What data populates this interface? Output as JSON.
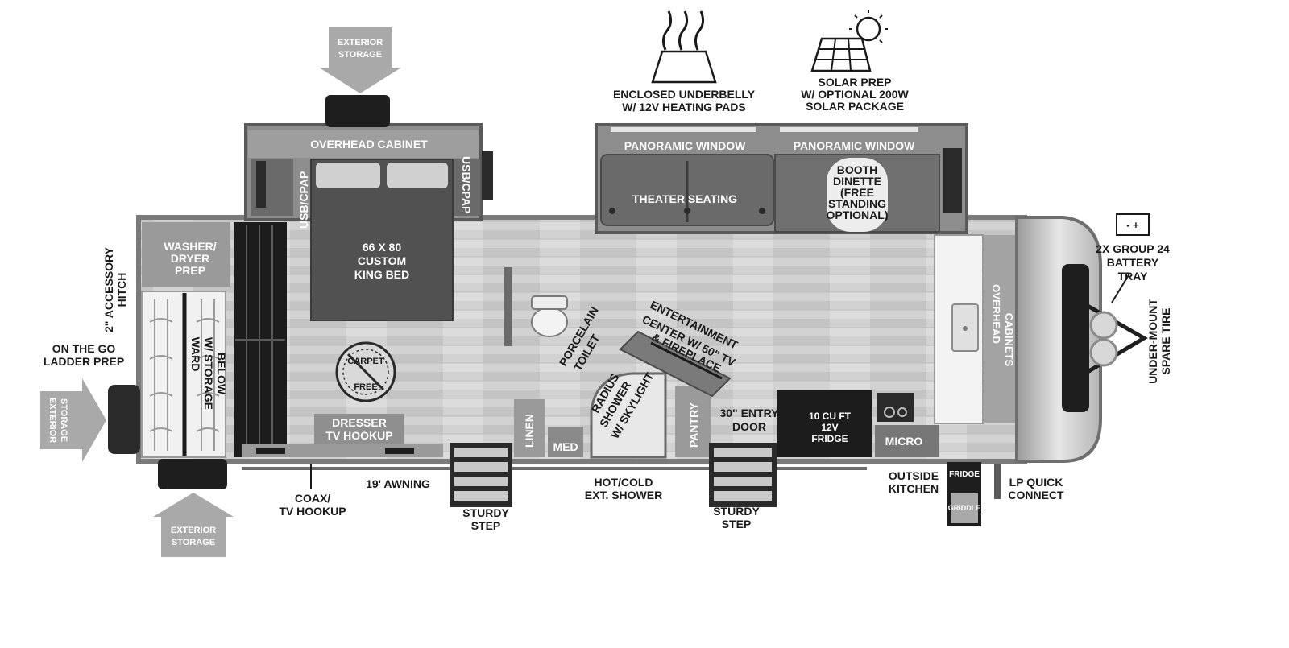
{
  "labels": {
    "exterior_storage_top": [
      "EXTERIOR",
      "STORAGE"
    ],
    "exterior_storage_left": [
      "EXTERIOR",
      "STORAGE"
    ],
    "exterior_storage_bottom": [
      "EXTERIOR",
      "STORAGE"
    ],
    "enclosed_underbelly": [
      "ENCLOSED UNDERBELLY",
      "W/ 12V HEATING PADS"
    ],
    "solar_prep": [
      "SOLAR PREP",
      "W/ OPTIONAL 200W",
      "SOLAR PACKAGE"
    ],
    "overhead_cabinet": "OVERHEAD CABINET",
    "usb_cpap_left": "USB/CPAP",
    "usb_cpap_right": "USB/CPAP",
    "king_bed": [
      "66 X 80",
      "CUSTOM",
      "KING BED"
    ],
    "panoramic_window_1": "PANORAMIC WINDOW",
    "panoramic_window_2": "PANORAMIC WINDOW",
    "theater_seating": "THEATER SEATING",
    "booth_dinette": [
      "BOOTH",
      "DINETTE",
      "(FREE",
      "STANDING",
      "OPTIONAL)"
    ],
    "washer_dryer": [
      "WASHER/",
      "DRYER",
      "PREP"
    ],
    "accessory_hitch": [
      "2\" ACCESSORY",
      "HITCH"
    ],
    "ladder_prep": [
      "ON THE GO",
      "LADDER PREP"
    ],
    "wardrobe": [
      "WARD",
      "W/ STORAGE",
      "BELOW"
    ],
    "carpet_free": [
      "CARPET",
      "FREE"
    ],
    "porcelain_toilet": [
      "PORCELAIN",
      "TOILET"
    ],
    "entertainment_center": [
      "ENTERTAINMENT",
      "CENTER W/ 50\" TV",
      "& FIREPLACE"
    ],
    "radius_shower": [
      "RADIUS",
      "SHOWER",
      "W/ SKYLIGHT"
    ],
    "linen": "LINEN",
    "med": "MED",
    "pantry": "PANTRY",
    "entry_door": [
      "30\" ENTRY",
      "DOOR"
    ],
    "fridge_indoor": [
      "10 CU FT",
      "12V",
      "FRIDGE"
    ],
    "micro": "MICRO",
    "overhead_cabinets_right": [
      "OVERHEAD",
      "CABINETS"
    ],
    "battery_tray": [
      "2X GROUP 24",
      "BATTERY",
      "TRAY"
    ],
    "spare_tire": [
      "UNDER-MOUNT",
      "SPARE TIRE"
    ],
    "dresser": [
      "DRESSER",
      "TV HOOKUP"
    ],
    "coax": [
      "COAX/",
      "TV HOOKUP"
    ],
    "awning": "19' AWNING",
    "sturdy_step_1": [
      "STURDY",
      "STEP"
    ],
    "sturdy_step_2": [
      "STURDY",
      "STEP"
    ],
    "ext_shower": [
      "HOT/COLD",
      "EXT. SHOWER"
    ],
    "outside_kitchen": [
      "OUTSIDE",
      "KITCHEN"
    ],
    "outside_fridge": "FRIDGE",
    "griddle": "GRIDDLE",
    "lp_connect": [
      "LP QUICK",
      "CONNECT"
    ],
    "battery_symbol": "-  +"
  },
  "colors": {
    "background": "#ffffff",
    "wall": "#8a8a8a",
    "floor": "#cfcfcf",
    "dark_furniture": "#4d4d4d",
    "black": "#151515",
    "arrow": "#a8a8a8",
    "label_dark": "#1a1a1a",
    "label_light": "#ffffff"
  },
  "icons": [
    "heat-waves-icon",
    "solar-panel-sun-icon",
    "battery-icon",
    "arrow-down-icon",
    "arrow-right-icon",
    "arrow-up-icon",
    "carpet-free-badge-icon",
    "toilet-icon",
    "sink-icon",
    "cooktop-icon",
    "spare-tire-icon"
  ]
}
